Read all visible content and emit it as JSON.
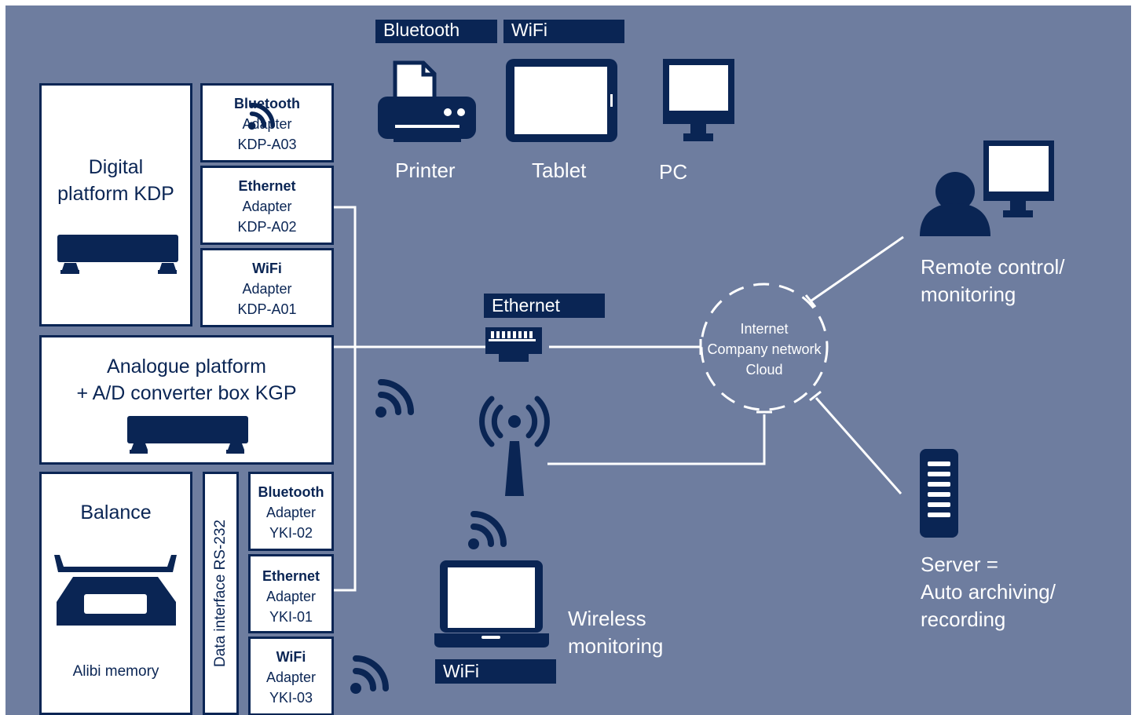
{
  "tags": {
    "bluetooth_top": "Bluetooth",
    "wifi_top": "WiFi",
    "ethernet_mid": "Ethernet",
    "wifi_bottom": "WiFi"
  },
  "devices": {
    "printer": "Printer",
    "tablet": "Tablet",
    "pc": "PC"
  },
  "kdp": {
    "title_line1": "Digital",
    "title_line2": "platform KDP",
    "adapters": [
      {
        "name": "Bluetooth",
        "type": "Adapter",
        "model": "KDP-A03"
      },
      {
        "name": "Ethernet",
        "type": "Adapter",
        "model": "KDP-A02"
      },
      {
        "name": "WiFi",
        "type": "Adapter",
        "model": "KDP-A01"
      }
    ]
  },
  "kgp": {
    "title_line1": "Analogue platform",
    "title_line2": "+ A/D converter box KGP"
  },
  "balance": {
    "title": "Balance",
    "memory": "Alibi memory",
    "data_interface": "Data interface RS-232",
    "adapters": [
      {
        "name": "Bluetooth",
        "type": "Adapter",
        "model": "YKI-02"
      },
      {
        "name": "Ethernet",
        "type": "Adapter",
        "model": "YKI-01"
      },
      {
        "name": "WiFi",
        "type": "Adapter",
        "model": "YKI-03"
      }
    ]
  },
  "network": {
    "line1": "Internet",
    "line2": "Company network",
    "line3": "Cloud"
  },
  "remote": {
    "line1": "Remote control/",
    "line2": "monitoring"
  },
  "server": {
    "line1": "Server =",
    "line2": "Auto archiving/",
    "line3": "recording"
  },
  "wireless": {
    "line1": "Wireless",
    "line2": "monitoring"
  },
  "colors": {
    "background": "#6e7d9f",
    "navy": "#0a2554",
    "white": "#ffffff"
  }
}
